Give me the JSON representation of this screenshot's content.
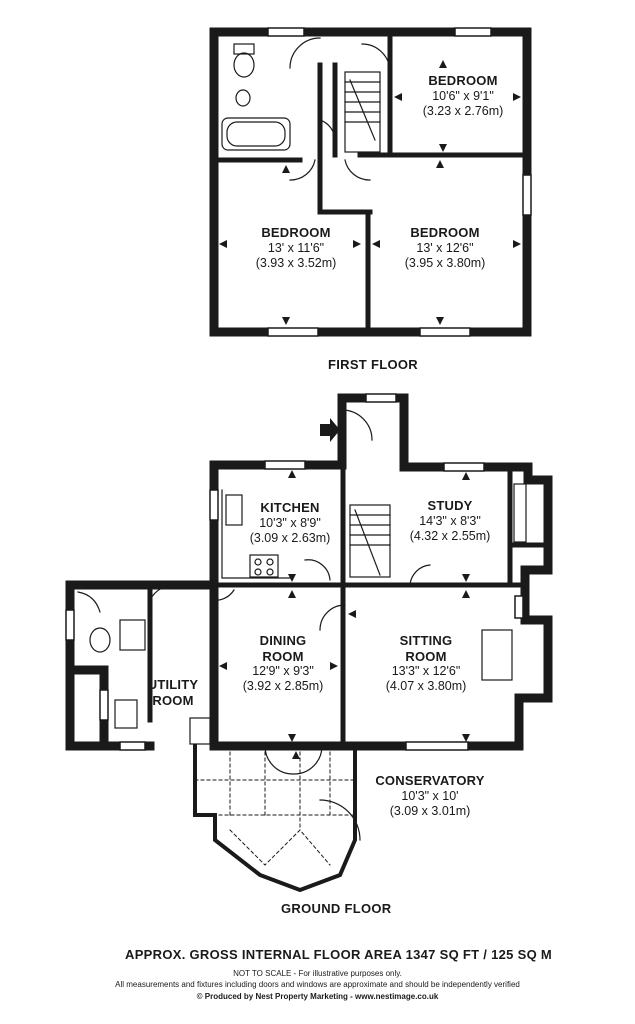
{
  "first_floor": {
    "title": "FIRST FLOOR",
    "rooms": [
      {
        "name": "BEDROOM",
        "dim_imperial": "10'6\" x 9'1\"",
        "dim_metric": "(3.23 x 2.76m)"
      },
      {
        "name": "BEDROOM",
        "dim_imperial": "13' x 11'6\"",
        "dim_metric": "(3.93 x 3.52m)"
      },
      {
        "name": "BEDROOM",
        "dim_imperial": "13' x 12'6\"",
        "dim_metric": "(3.95 x 3.80m)"
      }
    ]
  },
  "ground_floor": {
    "title": "GROUND FLOOR",
    "rooms": [
      {
        "name": "KITCHEN",
        "dim_imperial": "10'3\" x 8'9\"",
        "dim_metric": "(3.09 x 2.63m)"
      },
      {
        "name": "STUDY",
        "dim_imperial": "14'3\" x 8'3\"",
        "dim_metric": "(4.32 x 2.55m)"
      },
      {
        "name": "DINING",
        "name2": "ROOM",
        "dim_imperial": "12'9\" x 9'3\"",
        "dim_metric": "(3.92 x 2.85m)"
      },
      {
        "name": "SITTING",
        "name2": "ROOM",
        "dim_imperial": "13'3\" x 12'6\"",
        "dim_metric": "(4.07 x 3.80m)"
      },
      {
        "name": "UTILITY",
        "name2": "ROOM"
      },
      {
        "name": "CONSERVATORY",
        "dim_imperial": "10'3\" x 10'",
        "dim_metric": "(3.09 x 3.01m)"
      }
    ]
  },
  "footer": {
    "area": "APPROX. GROSS INTERNAL FLOOR AREA 1347 SQ FT / 125 SQ M",
    "note1": "NOT TO SCALE - For illustrative purposes only.",
    "note2": "All measurements and fixtures including doors and windows are approximate and should be independently verified",
    "credit": "© Produced by Nest Property Marketing - www.nestimage.co.uk"
  }
}
